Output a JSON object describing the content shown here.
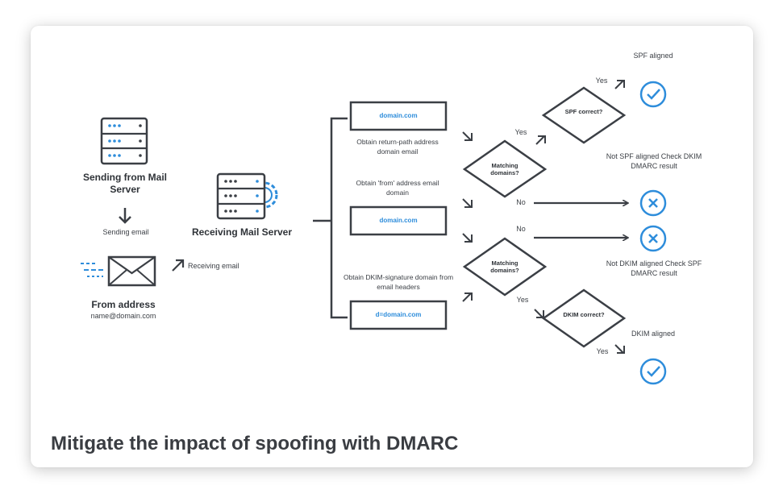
{
  "caption": "Mitigate the impact of spoofing with DMARC",
  "sender": {
    "title": "Sending from Mail Server",
    "action": "Sending email",
    "from_title": "From address",
    "from_value": "name@domain.com"
  },
  "receiver": {
    "action": "Receiving email",
    "title": "Receiving Mail Server"
  },
  "domains": {
    "box1": "domain.com",
    "box2": "domain.com",
    "box3": "d=domain.com",
    "note1": "Obtain return-path address domain email",
    "note2": "Obtain 'from' address email domain",
    "note3": "Obtain DKIM-signature domain from email headers"
  },
  "decisions": {
    "matching_1": "Matching domains?",
    "matching_2": "Matching domains?",
    "spf": "SPF correct?",
    "dkim": "DKIM correct?"
  },
  "branches": {
    "yes_1": "Yes",
    "yes_2": "Yes",
    "yes_3": "Yes",
    "yes_4": "Yes",
    "no_1": "No",
    "no_2": "No"
  },
  "results": {
    "spf_aligned": "SPF aligned",
    "not_spf": "Not SPF aligned Check DKIM DMARC result",
    "not_dkim": "Not DKIM aligned Check SPF DMARC result",
    "dkim_aligned": "DKIM aligned"
  },
  "colors": {
    "ink": "#3b3f45",
    "accent": "#2e8ddb"
  },
  "icons": [
    "server-icon",
    "gear-icon",
    "envelope-icon",
    "arrow-icon",
    "check-icon",
    "cross-icon"
  ]
}
